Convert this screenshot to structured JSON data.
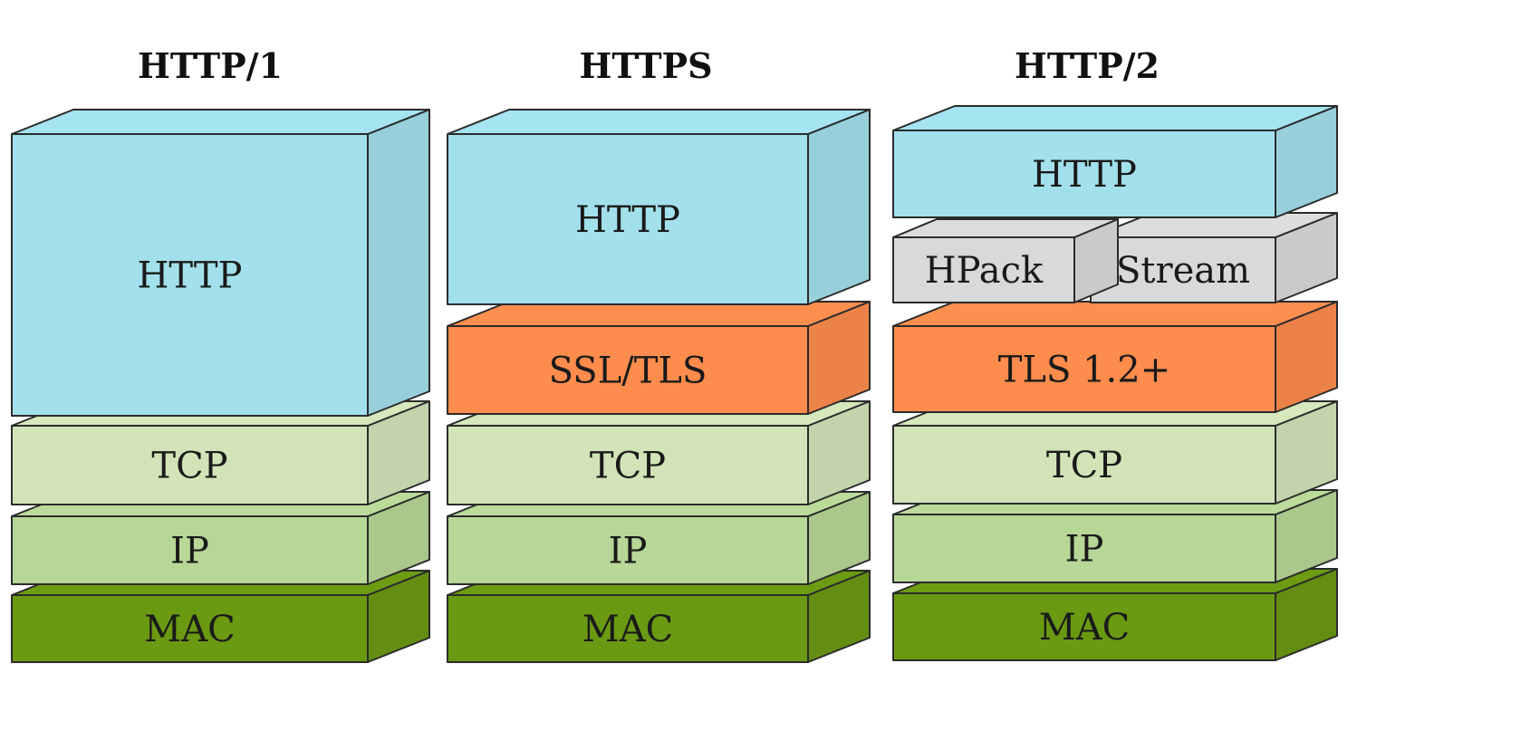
{
  "diagram": {
    "stacks": [
      {
        "title": "HTTP/1",
        "layers": [
          {
            "label": "HTTP",
            "role": "application",
            "color": "#a2e0ec"
          },
          {
            "label": "TCP",
            "role": "transport",
            "color": "#d1e4b8"
          },
          {
            "label": "IP",
            "role": "network",
            "color": "#b7d797"
          },
          {
            "label": "MAC",
            "role": "link",
            "color": "#6a9912"
          }
        ]
      },
      {
        "title": "HTTPS",
        "layers": [
          {
            "label": "HTTP",
            "role": "application",
            "color": "#a2e0ec"
          },
          {
            "label": "SSL/TLS",
            "role": "security",
            "color": "#fd8c4d"
          },
          {
            "label": "TCP",
            "role": "transport",
            "color": "#d1e4b8"
          },
          {
            "label": "IP",
            "role": "network",
            "color": "#b7d797"
          },
          {
            "label": "MAC",
            "role": "link",
            "color": "#6a9912"
          }
        ]
      },
      {
        "title": "HTTP/2",
        "layers": [
          {
            "label": "HTTP",
            "role": "application",
            "color": "#a2e0ec"
          },
          {
            "label": "HPack",
            "role": "framing",
            "color": "#d9d9d9"
          },
          {
            "label": "Stream",
            "role": "framing",
            "color": "#d9d9d9"
          },
          {
            "label": "TLS 1.2+",
            "role": "security",
            "color": "#fd8c4d"
          },
          {
            "label": "TCP",
            "role": "transport",
            "color": "#d1e4b8"
          },
          {
            "label": "IP",
            "role": "network",
            "color": "#b7d797"
          },
          {
            "label": "MAC",
            "role": "link",
            "color": "#6a9912"
          }
        ]
      }
    ]
  }
}
